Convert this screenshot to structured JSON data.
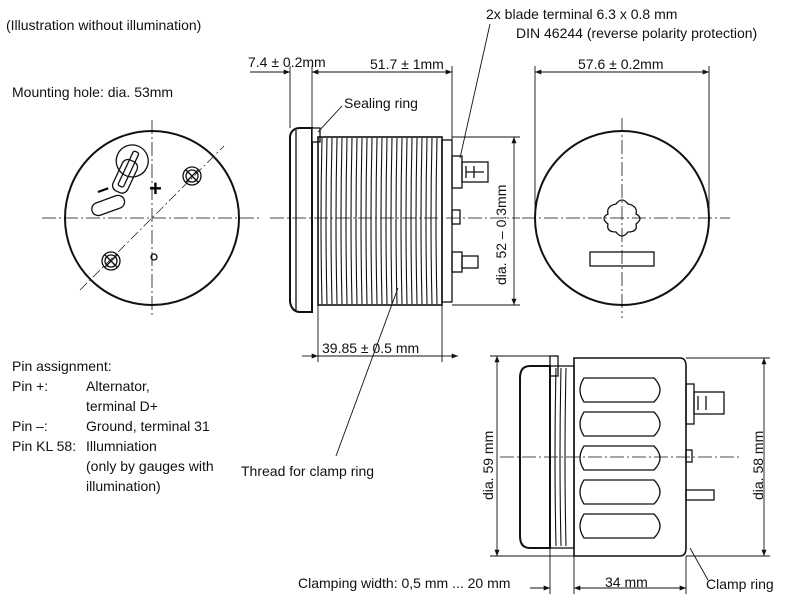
{
  "notes": {
    "illustration": "(Illustration without illumination)",
    "terminal_line1": "2x blade terminal 6.3 x 0.8 mm",
    "terminal_line2": "DIN 46244 (reverse polarity protection)",
    "mounting_hole": "Mounting hole: dia. 53mm"
  },
  "dimensions": {
    "flange_depth": "7.4 ± 0.2mm",
    "body_length": "51.7 ± 1mm",
    "front_diameter": "57.6 ± 0.2mm",
    "body_diameter": "dia. 52 – 0.3mm",
    "thread_length": "39.85 ± 0.5 mm",
    "ring_dia_59": "dia. 59 mm",
    "ring_dia_58": "dia. 58 mm",
    "clamping_width": "Clamping width: 0,5 mm ... 20 mm",
    "ring_length": "34 mm"
  },
  "labels": {
    "sealing_ring": "Sealing ring",
    "thread": "Thread for clamp ring",
    "clamp_ring": "Clamp ring"
  },
  "rear_view_marks": {
    "minus": "–",
    "plus": "+"
  },
  "pin_assignment": {
    "heading": "Pin assignment:",
    "rows": [
      {
        "key": "Pin +:",
        "value": "Alternator,"
      },
      {
        "key": "",
        "value": "terminal D+"
      },
      {
        "key": "Pin –:",
        "value": "Ground, terminal 31"
      },
      {
        "key": "Pin KL 58:",
        "value": "Illumniation"
      },
      {
        "key": "",
        "value": "(only by gauges with"
      },
      {
        "key": "",
        "value": "illumination)"
      }
    ]
  }
}
